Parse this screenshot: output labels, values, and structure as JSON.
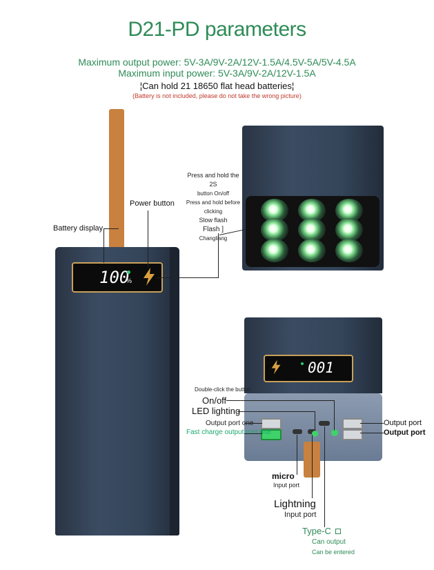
{
  "header": {
    "title": "D21-PD parameters",
    "spec_output": "Maximum output power: 5V-3A/9V-2A/12V-1.5A/4.5V-5A/5V-4.5A",
    "spec_input": "Maximum input power: 5V-3A/9V-2A/12V-1.5A",
    "spec_capacity": "¦Can hold 21 18650 flat head batteries¦",
    "spec_note": "(Battery is not included, please do not take the wrong picture)"
  },
  "device_front": {
    "battery_display_label": "Battery display",
    "power_button_label": "Power button",
    "display_value": "100",
    "display_unit": "%"
  },
  "light_panel": {
    "instructions": [
      "Press and hold the 2S",
      "button On/off",
      "Press and hold before clicking",
      "Slow flash",
      "Flash ]",
      "Changliang"
    ]
  },
  "device_ports": {
    "display_value": "001",
    "double_click_label": "Double-click the button",
    "onoff_label": "On/off",
    "led_lighting_label": "LED lighting",
    "output_port_one": "Output port one",
    "fast_charge_port": "Fast charge output port one",
    "output_port_right_1": "Output port",
    "output_port_right_2": "Output port",
    "micro_label": "micro",
    "micro_sub": "Input port",
    "lightning_label": "Lightning",
    "lightning_sub": "Input port",
    "typec_label": "Type-C",
    "typec_sub1": "Can output",
    "typec_sub2": "Can be entered"
  },
  "colors": {
    "title_green": "#2e8b57",
    "note_red": "#c0392b",
    "case_blue": "#34455a",
    "strap_orange": "#c9813f",
    "display_gold": "#c9a15a",
    "fast_charge_green": "#1fa870"
  },
  "icons": {
    "bolt": "lightning-bolt-icon",
    "typec": "square-icon"
  }
}
